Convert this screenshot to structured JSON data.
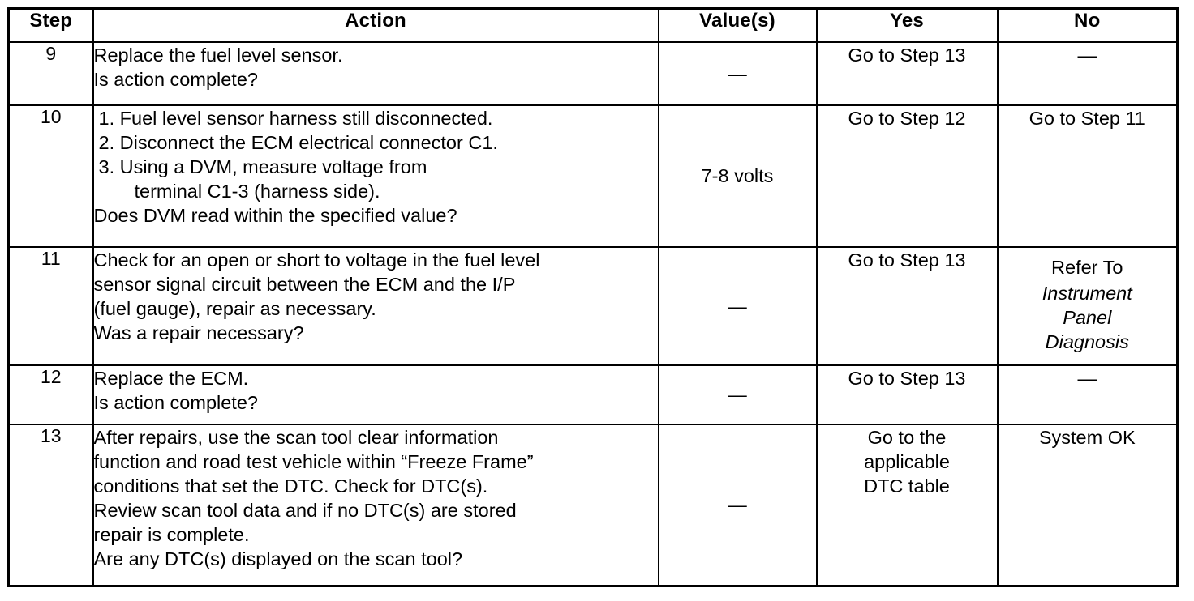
{
  "table": {
    "columns": [
      {
        "key": "step",
        "label": "Step"
      },
      {
        "key": "action",
        "label": "Action"
      },
      {
        "key": "value",
        "label": "Value(s)"
      },
      {
        "key": "yes",
        "label": "Yes"
      },
      {
        "key": "no",
        "label": "No"
      }
    ],
    "rows": [
      {
        "step": "9",
        "action_lines": [
          "Replace the fuel level sensor.",
          "Is action complete?"
        ],
        "value": "—",
        "yes": "Go to Step 13",
        "no": "—"
      },
      {
        "step": "10",
        "action_numbered": [
          {
            "num": "1.",
            "text": "Fuel level sensor harness still disconnected."
          },
          {
            "num": "2.",
            "text": "Disconnect the ECM electrical connector C1."
          },
          {
            "num": "3.",
            "text": "Using a DVM, measure voltage from",
            "cont": "terminal C1-3 (harness side)."
          }
        ],
        "action_question": "Does DVM read within the specified value?",
        "value": "7-8 volts",
        "yes": "Go to Step 12",
        "no": "Go to Step 11"
      },
      {
        "step": "11",
        "action_lines": [
          "Check for an open or short to voltage in the fuel level",
          "sensor signal circuit between the ECM and the I/P",
          "(fuel gauge), repair as necessary.",
          "Was a repair necessary?"
        ],
        "value": "—",
        "yes": "Go to Step 13",
        "no_refer_prefix": "Refer To",
        "no_refer_italic_lines": [
          "Instrument",
          "Panel",
          "Diagnosis"
        ]
      },
      {
        "step": "12",
        "action_lines": [
          "Replace the ECM.",
          "Is action complete?"
        ],
        "value": "—",
        "yes": "Go to Step 13",
        "no": "—"
      },
      {
        "step": "13",
        "action_lines": [
          "After repairs, use the scan tool clear information",
          "function and road test vehicle within “Freeze Frame”",
          "conditions that set the DTC. Check for DTC(s).",
          "Review scan tool data and if no DTC(s) are stored",
          "repair is complete.",
          "Are any DTC(s) displayed on the scan tool?"
        ],
        "value": "—",
        "yes_lines": [
          "Go to the",
          "applicable",
          "DTC table"
        ],
        "no": "System OK"
      }
    ]
  }
}
